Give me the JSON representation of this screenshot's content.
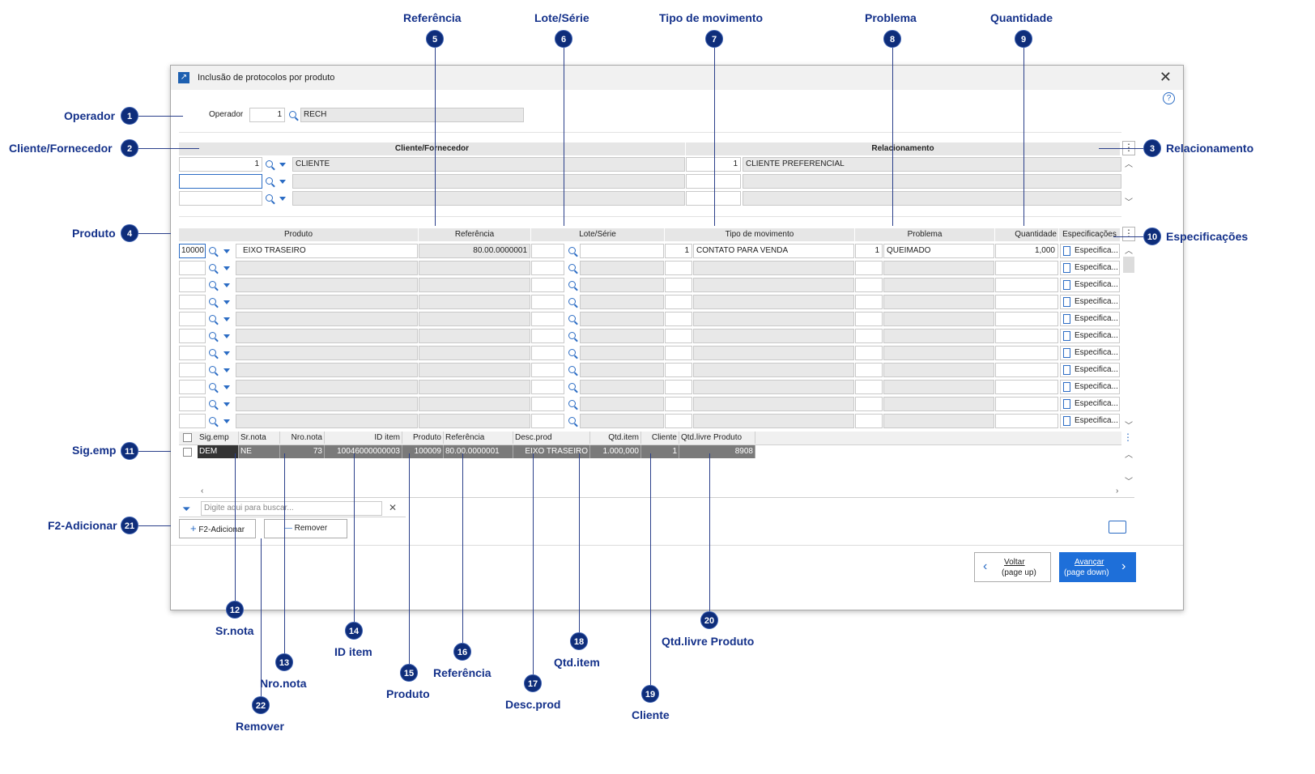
{
  "window": {
    "title": "Inclusão de protocolos por produto"
  },
  "operator": {
    "label": "Operador",
    "code": "1",
    "name": "RECH"
  },
  "client_section": {
    "header_left": "Cliente/Fornecedor",
    "header_right": "Relacionamento",
    "row1": {
      "code": "1",
      "name": "CLIENTE",
      "rel_code": "1",
      "rel_name": "CLIENTE PREFERENCIAL"
    }
  },
  "product_grid": {
    "headers": {
      "produto": "Produto",
      "referencia": "Referência",
      "lote": "Lote/Série",
      "tipo": "Tipo de movimento",
      "problema": "Problema",
      "quantidade": "Quantidade",
      "especificacoes": "Especificações"
    },
    "row1": {
      "code": "10000",
      "name": "EIXO TRASEIRO",
      "referencia": "80.00.0000001",
      "tipo_code": "1",
      "tipo": "CONTATO PARA VENDA",
      "prob_code": "1",
      "problema": "QUEIMADO",
      "quantidade": "1,000"
    },
    "spec_label": "Especifica..."
  },
  "items_table": {
    "headers": {
      "sig_emp": "Sig.emp",
      "sr_nota": "Sr.nota",
      "nro_nota": "Nro.nota",
      "id_item": "ID item",
      "produto": "Produto",
      "referencia": "Referência",
      "desc_prod": "Desc.prod",
      "qtd_item": "Qtd.item",
      "cliente": "Cliente",
      "qtd_livre": "Qtd.livre Produto"
    },
    "row": {
      "sig_emp": "DEM",
      "sr_nota": "NE",
      "nro_nota": "73",
      "id_item": "10046000000003",
      "produto": "100009",
      "referencia": "80.00.0000001",
      "desc_prod": "EIXO TRASEIRO",
      "qtd_item": "1.000,000",
      "cliente": "1",
      "qtd_livre": "8908"
    }
  },
  "search": {
    "placeholder": "Digite aqui para buscar..."
  },
  "buttons": {
    "add": "F2-Adicionar",
    "remove": "Remover",
    "back_line1": "Voltar",
    "back_line2": "(page up)",
    "next_line1": "Avançar",
    "next_line2": "(page down)"
  },
  "annotations": {
    "a1": {
      "num": "1",
      "label": "Operador"
    },
    "a2": {
      "num": "2",
      "label": "Cliente/Fornecedor"
    },
    "a3": {
      "num": "3",
      "label": "Relacionamento"
    },
    "a4": {
      "num": "4",
      "label": "Produto"
    },
    "a5": {
      "num": "5",
      "label": "Referência"
    },
    "a6": {
      "num": "6",
      "label": "Lote/Série"
    },
    "a7": {
      "num": "7",
      "label": "Tipo de movimento"
    },
    "a8": {
      "num": "8",
      "label": "Problema"
    },
    "a9": {
      "num": "9",
      "label": "Quantidade"
    },
    "a10": {
      "num": "10",
      "label": "Especificações"
    },
    "a11": {
      "num": "11",
      "label": "Sig.emp"
    },
    "a12": {
      "num": "12",
      "label": "Sr.nota"
    },
    "a13": {
      "num": "13",
      "label": "Nro.nota"
    },
    "a14": {
      "num": "14",
      "label": "ID item"
    },
    "a15": {
      "num": "15",
      "label": "Produto"
    },
    "a16": {
      "num": "16",
      "label": "Referência"
    },
    "a17": {
      "num": "17",
      "label": "Desc.prod"
    },
    "a18": {
      "num": "18",
      "label": "Qtd.item"
    },
    "a19": {
      "num": "19",
      "label": "Cliente"
    },
    "a20": {
      "num": "20",
      "label": "Qtd.livre Produto"
    },
    "a21": {
      "num": "21",
      "label": "F2-Adicionar"
    },
    "a22": {
      "num": "22",
      "label": "Remover"
    }
  }
}
